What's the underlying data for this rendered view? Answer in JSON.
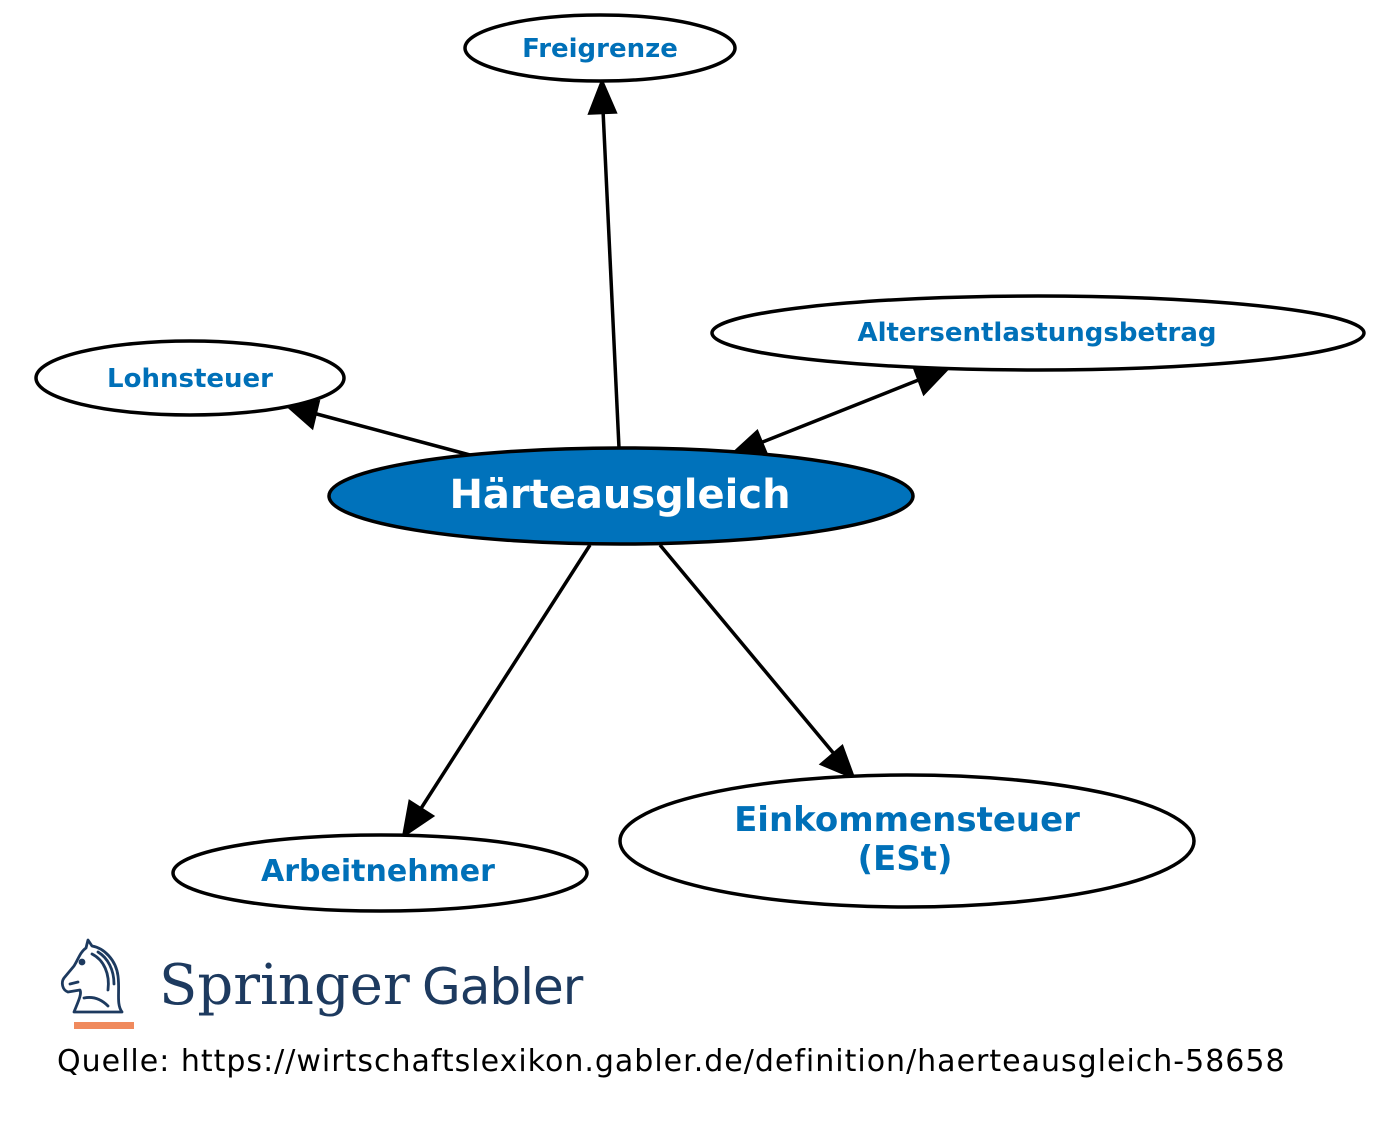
{
  "diagram": {
    "central_node": {
      "label": "Härteausgleich"
    },
    "nodes": {
      "freigrenze": {
        "label": "Freigrenze"
      },
      "altersentlastungsbetrag": {
        "label": "Altersentlastungsbetrag"
      },
      "lohnsteuer": {
        "label": "Lohnsteuer"
      },
      "arbeitnehmer": {
        "label": "Arbeitnehmer"
      },
      "einkommensteuer": {
        "label_line1": "Einkommensteuer",
        "label_line2": "(ESt)"
      }
    },
    "edges": [
      {
        "from": "Härteausgleich",
        "to": "Freigrenze",
        "direction": "forward"
      },
      {
        "from": "Härteausgleich",
        "to": "Altersentlastungsbetrag",
        "direction": "both"
      },
      {
        "from": "Härteausgleich",
        "to": "Lohnsteuer",
        "direction": "forward"
      },
      {
        "from": "Härteausgleich",
        "to": "Arbeitnehmer",
        "direction": "forward"
      },
      {
        "from": "Härteausgleich",
        "to": "Einkommensteuer (ESt)",
        "direction": "forward"
      }
    ],
    "colors": {
      "central_fill": "#0072bb",
      "central_text": "#ffffff",
      "node_text": "#0070b8",
      "stroke": "#000000"
    }
  },
  "logo": {
    "brand_primary": "Springer",
    "brand_secondary": "Gabler",
    "icon": "knight-chess-piece-icon",
    "colors": {
      "primary": "#1d3a5f",
      "secondary": "#1d3a5f",
      "underline": "#f08a5d"
    }
  },
  "source": {
    "text": "Quelle: https://wirtschaftslexikon.gabler.de/definition/haerteausgleich-58658"
  }
}
